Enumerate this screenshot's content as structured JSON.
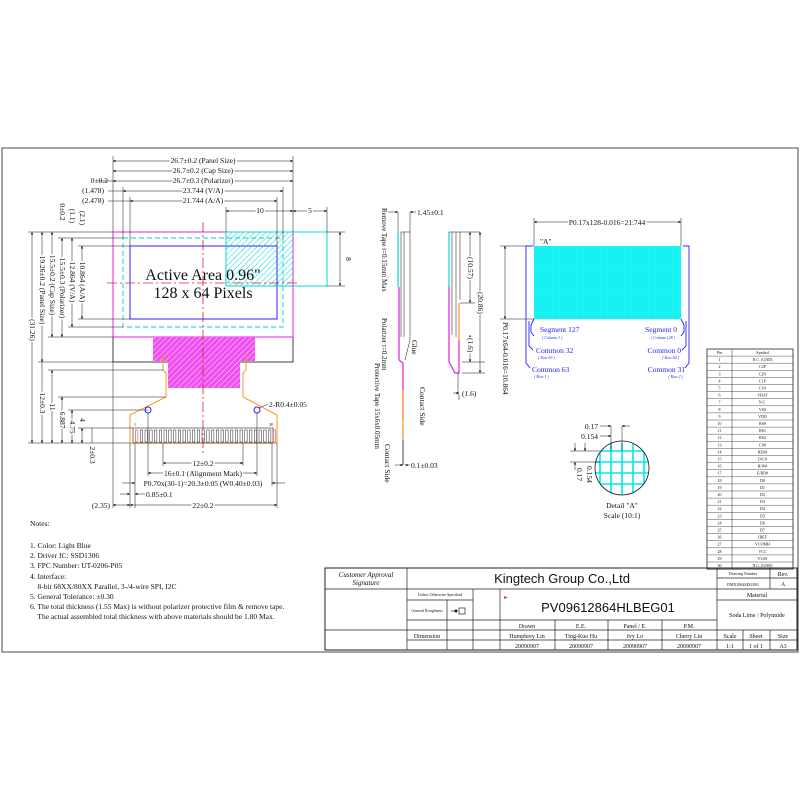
{
  "colors": {
    "panel": "#e020e0",
    "cap": "#00e0e0",
    "active": "#2020ff",
    "fpc": "#ff9020",
    "center": "#e02020",
    "pixel": "#00f0f0"
  },
  "front_view": {
    "top_dims": [
      "26.7±0.2 (Panel Size)",
      "26.7±0.2 (Cap Size)",
      "26.7±0.3 (Polarizer)",
      "23.744 (V/A)",
      "21.744 (A/A)",
      "10",
      "5"
    ],
    "top_left_refs": [
      "0±0.2",
      "(1.478)",
      "(2.478)"
    ],
    "left_dims": [
      "(31.26)",
      "19.26±0.2 (Panel Size)",
      "15.5±0.2 (Cap Size)",
      "15.5±0.3 (Polarizer)",
      "12.864 (V/A)",
      "10.864 (A/A)",
      "0±0.2",
      "(1.1)",
      "(2.1)"
    ],
    "lower_left_dims": [
      "12±0.3",
      "11",
      "6.887",
      "4.75",
      "4",
      "2±0.3"
    ],
    "right_dim": "8",
    "active_area_line1": "Active Area 0.96\"",
    "active_area_line2": "128 x 64 Pixels",
    "radius_label": "2-R0.4±0.05",
    "pin_first": "1",
    "pin_last": "30",
    "bottom_dims": [
      "12±0.2",
      "16±0.1 (Alignment Mark)",
      "P0.70x(30-1)=20.3±0.05 (W0.40±0.03)",
      "0.85±0.1",
      "22±0.2",
      "(2.35)"
    ]
  },
  "side_view": {
    "thickness": "1.45±0.1",
    "remove_tape": "Remove Tape t=0.15mm Max",
    "polarizer": "Polarizer t=0.2mm",
    "glue": "Glue",
    "protective_tape": "Protective Tape 15x6x0.05mm",
    "contact_side_1": "Contact Side",
    "contact_side_2": "Contact Side",
    "fpc_thickness": "0.1±0.03",
    "dims": [
      "(10.57)",
      "(20.86)",
      "(1.6)",
      "(1.6)"
    ]
  },
  "pixel_view": {
    "width_dim": "P0.17x128-0.016=21.744",
    "height_dim": "P0.17x64-0.016=10.864",
    "mark": "\"A\"",
    "seg127": "Segment 127",
    "col1": "( Column 1 )",
    "seg0": "Segment 0",
    "col128": "( Column 128 )",
    "com32": "Common 32",
    "row63": "( Row 63 )",
    "com0": "Common 0",
    "row64": "( Row 64 )",
    "com63": "Common 63",
    "row1": "( Row 1 )",
    "com31": "Common 31",
    "row2": "( Row 2 )"
  },
  "detail": {
    "d1": "0.17",
    "d2": "0.154",
    "d3": "0.154",
    "d4": "0.17",
    "title": "Detail \"A\"",
    "scale": "Scale (10:1)"
  },
  "pin_table": {
    "headers": [
      "Pin",
      "Symbol"
    ],
    "rows": [
      [
        "1",
        "N.C. (GND)"
      ],
      [
        "2",
        "C2P"
      ],
      [
        "3",
        "C2N"
      ],
      [
        "4",
        "C1P"
      ],
      [
        "5",
        "C1N"
      ],
      [
        "6",
        "VBAT"
      ],
      [
        "7",
        "N.C."
      ],
      [
        "8",
        "VSS"
      ],
      [
        "9",
        "VDD"
      ],
      [
        "10",
        "BS0"
      ],
      [
        "11",
        "BS1"
      ],
      [
        "12",
        "BS2"
      ],
      [
        "13",
        "CS#"
      ],
      [
        "14",
        "RES#"
      ],
      [
        "15",
        "D/C#"
      ],
      [
        "16",
        "R/W#"
      ],
      [
        "17",
        "E/RD#"
      ],
      [
        "18",
        "D0"
      ],
      [
        "19",
        "D1"
      ],
      [
        "20",
        "D2"
      ],
      [
        "21",
        "D3"
      ],
      [
        "22",
        "D4"
      ],
      [
        "23",
        "D5"
      ],
      [
        "24",
        "D6"
      ],
      [
        "25",
        "D7"
      ],
      [
        "26",
        "IREF"
      ],
      [
        "27",
        "VCOMH"
      ],
      [
        "28",
        "VCC"
      ],
      [
        "29",
        "VLSS"
      ],
      [
        "30",
        "N.C. (GND)"
      ]
    ]
  },
  "notes": {
    "title": "Notes:",
    "items": [
      "1. Color: Light Blue",
      "2. Driver IC: SSD1306",
      "3. FPC Number: UT-0206-P05",
      "4. Interface:",
      "    8-bit 68XX/80XX Parallel, 3-/4-wire SPI, I2C",
      "5. General Tolerance: ±0.30",
      "6. The total thickness (1.55 Max) is without polarizer protective film & remove tape.",
      "    The actual assembled total thickness with above materials should be 1.80 Max."
    ]
  },
  "title_block": {
    "customer_approval": "Customer Approval",
    "signature": "Signature",
    "company": "Kingtech Group Co.,Ltd",
    "drawing_number_label": "Drawing Number",
    "drawing_number": "DMX2864SDGE01",
    "rev_label": "Rev.",
    "rev": "A",
    "unless": "Unless Otherwise Specified",
    "roughness": "General Roughness",
    "part_number": "PV09612864HLBEG01",
    "material_label": "Material",
    "material": "Soda Lime / Polyimide",
    "dimension": "Dimension",
    "roles": [
      "Drawn",
      "E.E.",
      "Panel / E.",
      "P.M."
    ],
    "names": [
      "Humphrey Lin",
      "Ting-Kuo Hu",
      "Ivy Lo",
      "Cherry Lin"
    ],
    "dates": [
      "20090907",
      "20090907",
      "20090907",
      "20090907"
    ],
    "scale_label": "Scale",
    "scale": "1:1",
    "sheet_label": "Sheet",
    "sheet": "1 of 1",
    "size_label": "Size",
    "size": "A3"
  }
}
